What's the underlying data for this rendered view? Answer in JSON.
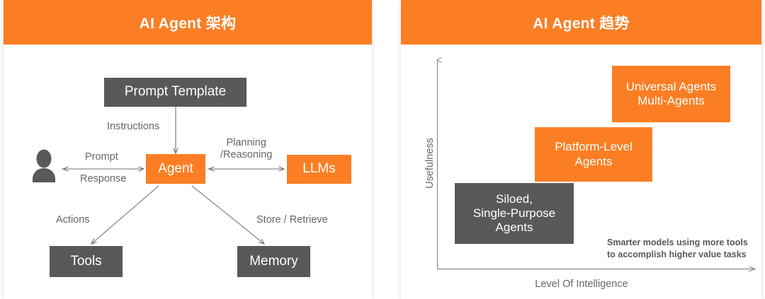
{
  "colors": {
    "accent_orange": "#fb7e24",
    "dark_gray": "#595959",
    "text_gray": "#666666",
    "white": "#ffffff"
  },
  "left_panel": {
    "header_title": "AI Agent 架构",
    "nodes": {
      "prompt_template": "Prompt Template",
      "agent": "Agent",
      "llms": "LLMs",
      "tools": "Tools",
      "memory": "Memory"
    },
    "edge_labels": {
      "instructions": "Instructions",
      "prompt": "Prompt",
      "response": "Response",
      "planning_reasoning": "Planning\n/Reasoning",
      "actions": "Actions",
      "store_retrieve": "Store / Retrieve"
    },
    "icons": {
      "user": "user-avatar-icon"
    }
  },
  "right_panel": {
    "header_title": "AI Agent 趋势",
    "annotation": "Smarter models using more tools\nto accomplish higher value tasks"
  },
  "chart_data": {
    "type": "bar",
    "title": "AI Agent 趋势",
    "xlabel": "Level Of Intelligence",
    "ylabel": "Usefulness",
    "grid": false,
    "legend": false,
    "categories": [
      "Siloed,\nSingle-Purpose\nAgents",
      "Platform-Level\nAgents",
      "Universal Agents\nMulti-Agents"
    ],
    "values": [
      1,
      2,
      3
    ],
    "colors": [
      "#595959",
      "#fb7e24",
      "#fb7e24"
    ],
    "annotation": "Smarter models using more tools to accomplish higher value tasks"
  }
}
